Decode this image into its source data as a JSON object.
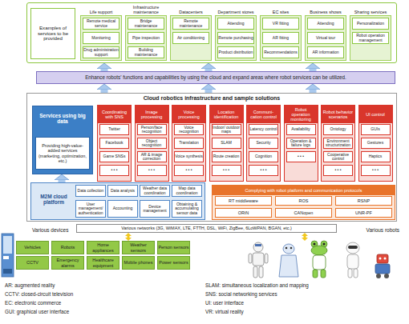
{
  "diagram": {
    "nodes": [
      {
        "text": [
          "Examples of services to be provided"
        ]
      },
      {
        "text": [
          "Life support"
        ],
        "in": 0
      },
      {
        "text": [
          "Remote medical service"
        ],
        "in": 1
      },
      {
        "text": [
          "Monitoring"
        ],
        "in": 1
      },
      {
        "text": [
          "Drug administration support"
        ],
        "in": 1
      },
      {
        "text": [
          "Infrastructure maintenance"
        ],
        "in": 0
      },
      {
        "text": [
          "Bridge maintenance"
        ],
        "in": 5
      },
      {
        "text": [
          "Pipe inspection"
        ],
        "in": 5
      },
      {
        "text": [
          "Building maintenance"
        ],
        "in": 5
      },
      {
        "text": [
          "Datacenters"
        ],
        "in": 0
      },
      {
        "text": [
          "Remote maintenance"
        ],
        "in": 9
      },
      {
        "text": [
          "Air conditioning"
        ],
        "in": 9
      },
      {
        "text": [
          "Department stores"
        ],
        "in": 0
      },
      {
        "text": [
          "Attending"
        ],
        "in": 12
      },
      {
        "text": [
          "Remote purchasing"
        ],
        "in": 12
      },
      {
        "text": [
          "Product distribution"
        ],
        "in": 12
      },
      {
        "text": [
          "EC sites"
        ],
        "in": 0
      },
      {
        "text": [
          "VR fitting"
        ],
        "in": 16
      },
      {
        "text": [
          "AR fitting"
        ],
        "in": 16
      },
      {
        "text": [
          "Recommendations"
        ],
        "in": 16
      },
      {
        "text": [
          "Business shows"
        ],
        "in": 0
      },
      {
        "text": [
          "Attending"
        ],
        "in": 20
      },
      {
        "text": [
          "Virtual tour"
        ],
        "in": 20
      },
      {
        "text": [
          "AR information"
        ],
        "in": 20
      },
      {
        "text": [
          "Sharing services"
        ],
        "in": 0
      },
      {
        "text": [
          "Personalization"
        ],
        "in": 24
      },
      {
        "text": [
          "Robot operation management"
        ],
        "in": 24
      },
      {
        "text": [
          "Enhance robots' functions and capabilities by using the cloud and expand areas where robot services can be utilized."
        ]
      },
      {
        "text": [
          "Cloud robotics infrastructure and sample solutions"
        ]
      },
      {
        "text": [
          "Services using big data"
        ],
        "in": 28
      },
      {
        "text": [
          "Providing high-value-added services (marketing, optimization, etc.)"
        ],
        "in": 29
      },
      {
        "text": [
          "Coordinating with SNS"
        ],
        "in": 28
      },
      {
        "text": [
          "Twitter"
        ],
        "in": 31
      },
      {
        "text": [
          "Facebook"
        ],
        "in": 31
      },
      {
        "text": [
          "Game SNSs"
        ],
        "in": 31
      },
      {
        "text": [
          "• • •"
        ],
        "in": 31
      },
      {
        "text": [
          "Image processing"
        ],
        "in": 28
      },
      {
        "text": [
          "Person/face recognition"
        ],
        "in": 36
      },
      {
        "text": [
          "Object recognition"
        ],
        "in": 36
      },
      {
        "text": [
          "AR & image correction"
        ],
        "in": 36
      },
      {
        "text": [
          "• • •"
        ],
        "in": 36
      },
      {
        "text": [
          "Voice processing"
        ],
        "in": 28
      },
      {
        "text": [
          "Voice recognition"
        ],
        "in": 41
      },
      {
        "text": [
          "Translation"
        ],
        "in": 41
      },
      {
        "text": [
          "Voice synthesis"
        ],
        "in": 41
      },
      {
        "text": [
          "• • •"
        ],
        "in": 41
      },
      {
        "text": [
          "Location identification"
        ],
        "in": 28
      },
      {
        "text": [
          "Indoor/ outdoor maps"
        ],
        "in": 46
      },
      {
        "text": [
          "SLAM"
        ],
        "in": 46
      },
      {
        "text": [
          "Route creation"
        ],
        "in": 46
      },
      {
        "text": [
          "• • •"
        ],
        "in": 46
      },
      {
        "text": [
          "Communi- cation control"
        ],
        "in": 28
      },
      {
        "text": [
          "Latency control"
        ],
        "in": 51
      },
      {
        "text": [
          "Security"
        ],
        "in": 51
      },
      {
        "text": [
          "Cognition"
        ],
        "in": 51
      },
      {
        "text": [
          "• • •"
        ],
        "in": 51
      },
      {
        "text": [
          "Robot operation monitoring"
        ],
        "in": 28
      },
      {
        "text": [
          "Availability"
        ],
        "in": 56
      },
      {
        "text": [
          "Operation & failure logs"
        ],
        "in": 56
      },
      {
        "text": [
          "• • •"
        ],
        "in": 56
      },
      {
        "text": [
          "Robot behavior scenarios"
        ],
        "in": 28
      },
      {
        "text": [
          "Ontology"
        ],
        "in": 60
      },
      {
        "text": [
          "Environment structurization"
        ],
        "in": 60
      },
      {
        "text": [
          "Cooperative control"
        ],
        "in": 60
      },
      {
        "text": [
          "• • •"
        ],
        "in": 60
      },
      {
        "text": [
          "UI control"
        ],
        "in": 28
      },
      {
        "text": [
          "GUIs"
        ],
        "in": 65
      },
      {
        "text": [
          "Gestures"
        ],
        "in": 65
      },
      {
        "text": [
          "Haptics"
        ],
        "in": 65
      },
      {
        "text": [
          "• • •"
        ],
        "in": 65
      },
      {
        "text": [
          "M2M cloud platform"
        ],
        "in": 28
      },
      {
        "text": [
          "Data collection"
        ],
        "in": 70
      },
      {
        "text": [
          "Data analysis"
        ],
        "in": 70
      },
      {
        "text": [
          "Weather data coordination"
        ],
        "in": 70
      },
      {
        "text": [
          "Map data coordination"
        ],
        "in": 70
      },
      {
        "text": [
          "User management/ authentication"
        ],
        "in": 70
      },
      {
        "text": [
          "Accounting"
        ],
        "in": 70
      },
      {
        "text": [
          "Device management"
        ],
        "in": 70
      },
      {
        "text": [
          "Obtaining & accumulating sensor data"
        ],
        "in": 70
      },
      {
        "text": [
          "Complying with robot platform and communication protocols"
        ],
        "in": 28
      },
      {
        "text": [
          "RT middleware"
        ],
        "in": 79
      },
      {
        "text": [
          "ROS"
        ],
        "in": 79
      },
      {
        "text": [
          "RSNP"
        ],
        "in": 79
      },
      {
        "text": [
          "ORiN"
        ],
        "in": 79
      },
      {
        "text": [
          "CANopen"
        ],
        "in": 79
      },
      {
        "text": [
          "UNR-PF"
        ],
        "in": 79
      },
      {
        "text": [
          "Various networks (3G, WiMAX, LTE, FTTH, DSL, WiFi, ZigBee, 6LoWPAN, BGAN, etc.)"
        ]
      },
      {
        "text": [
          "Various devices"
        ]
      },
      {
        "text": [
          "Vehicles"
        ],
        "in": 87
      },
      {
        "text": [
          "Robots"
        ],
        "in": 87
      },
      {
        "text": [
          "Home appliances"
        ],
        "in": 87
      },
      {
        "text": [
          "Weather sensors"
        ],
        "in": 87
      },
      {
        "text": [
          "Person sensors"
        ],
        "in": 87
      },
      {
        "text": [
          "CCTV"
        ],
        "in": 87
      },
      {
        "text": [
          "Emergency alarms"
        ],
        "in": 87
      },
      {
        "text": [
          "Healthcare equipment"
        ],
        "in": 87
      },
      {
        "text": [
          "Mobile phones"
        ],
        "in": 87
      },
      {
        "text": [
          "Power sensors"
        ],
        "in": 87
      },
      {
        "text": [
          "Various robots"
        ]
      }
    ],
    "edges": [
      {
        "from": 28,
        "to": 27,
        "arrow": "to"
      },
      {
        "from": 28,
        "to": 27,
        "arrow": "to"
      },
      {
        "from": 28,
        "to": 27,
        "arrow": "to"
      },
      {
        "from": 27,
        "to": 0,
        "arrow": "to"
      },
      {
        "from": 27,
        "to": 0,
        "arrow": "to"
      },
      {
        "from": 27,
        "to": 0,
        "arrow": "to"
      },
      {
        "from": 70,
        "to": 29,
        "arrow": "to"
      },
      {
        "from": 87,
        "to": 86,
        "arrow": "both"
      },
      {
        "from": 98,
        "to": 86,
        "arrow": "both"
      }
    ],
    "labels": [
      "AR: augmented reality",
      "CCTV: closed-circuit television",
      "EC: electronic commerce",
      "GUI: graphical user interface",
      "SLAM: simultaneous localization and mapping",
      "SNS: social networking services",
      "UI: user interface",
      "VR: virtual reality"
    ]
  }
}
